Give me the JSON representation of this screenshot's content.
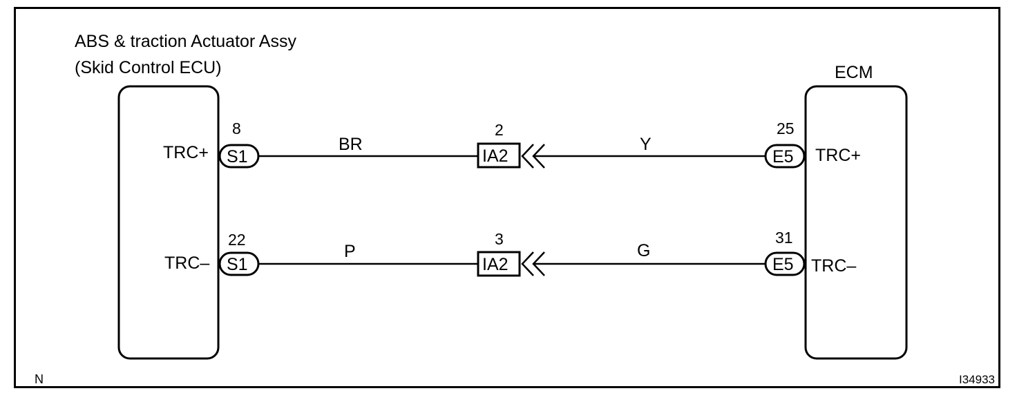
{
  "left_component": {
    "title_line1": "ABS & traction Actuator Assy",
    "title_line2": "(Skid Control ECU)",
    "pin_top_label": "TRC+",
    "pin_bottom_label": "TRC–"
  },
  "right_component": {
    "title": "ECM",
    "pin_top_label": "TRC+",
    "pin_bottom_label": "TRC–"
  },
  "circuits": [
    {
      "left_pin": "8",
      "left_connector": "S1",
      "left_wire_color": "BR",
      "mid_pin": "2",
      "mid_connector": "IA2",
      "right_wire_color": "Y",
      "right_pin": "25",
      "right_connector": "E5"
    },
    {
      "left_pin": "22",
      "left_connector": "S1",
      "left_wire_color": "P",
      "mid_pin": "3",
      "mid_connector": "IA2",
      "right_wire_color": "G",
      "right_pin": "31",
      "right_connector": "E5"
    }
  ],
  "footer": {
    "corner_label": "N",
    "figure_id": "I34933"
  }
}
